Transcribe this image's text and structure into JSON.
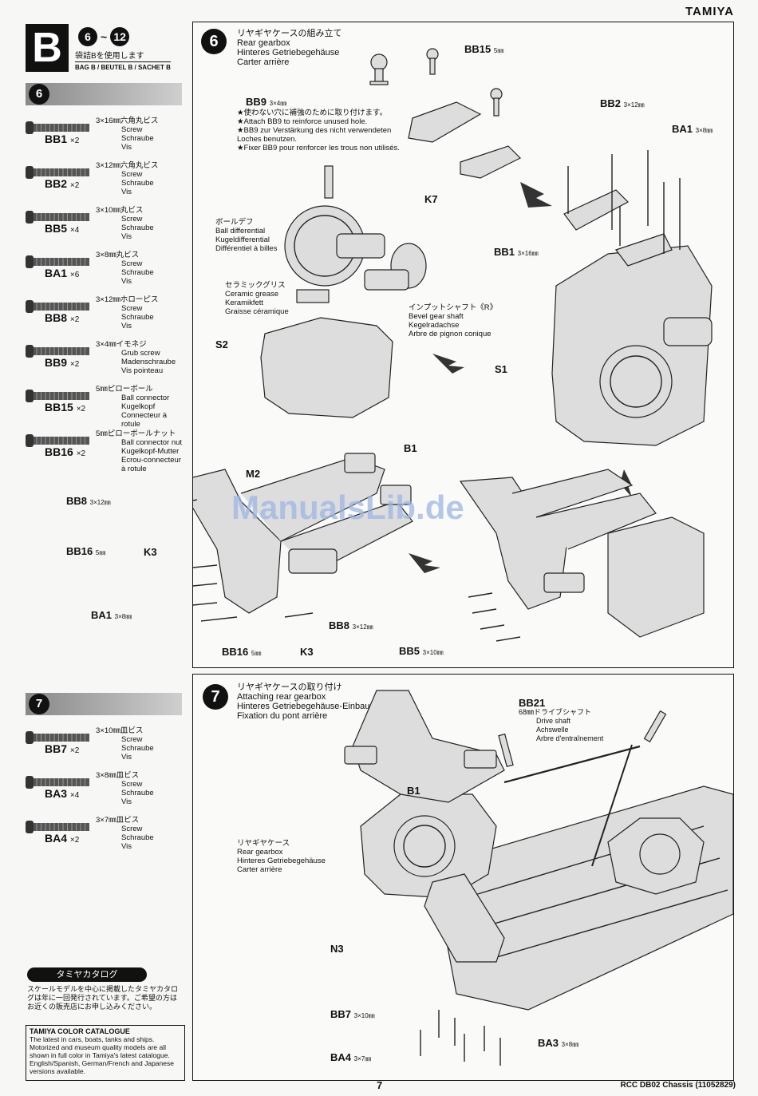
{
  "header": {
    "brand": "TAMIYA"
  },
  "bag": {
    "letter": "B",
    "step_from": "6",
    "tilde": "~",
    "step_to": "12",
    "jp": "袋詰Bを使用します",
    "langs": "BAG B / BEUTEL B / SACHET B"
  },
  "step6_parts": {
    "number": "6",
    "items": [
      {
        "code": "BB1",
        "qty": "×2",
        "jp": "3×16㎜六角丸ビス",
        "en": "Screw",
        "de": "Schraube",
        "fr": "Vis"
      },
      {
        "code": "BB2",
        "qty": "×2",
        "jp": "3×12㎜六角丸ビス",
        "en": "Screw",
        "de": "Schraube",
        "fr": "Vis"
      },
      {
        "code": "BB5",
        "qty": "×4",
        "jp": "3×10㎜丸ビス",
        "en": "Screw",
        "de": "Schraube",
        "fr": "Vis"
      },
      {
        "code": "BA1",
        "qty": "×6",
        "jp": "3×8㎜丸ビス",
        "en": "Screw",
        "de": "Schraube",
        "fr": "Vis"
      },
      {
        "code": "BB8",
        "qty": "×2",
        "jp": "3×12㎜ホローピス",
        "en": "Screw",
        "de": "Schraube",
        "fr": "Vis"
      },
      {
        "code": "BB9",
        "qty": "×2",
        "jp": "3×4㎜イモネジ",
        "en": "Grub screw",
        "de": "Madenschraube",
        "fr": "Vis pointeau"
      },
      {
        "code": "BB15",
        "qty": "×2",
        "jp": "5㎜ピローボール",
        "en": "Ball connector",
        "de": "Kugelkopf",
        "fr": "Connecteur à rotule"
      },
      {
        "code": "BB16",
        "qty": "×2",
        "jp": "5㎜ピローボールナット",
        "en": "Ball connector nut",
        "de": "Kugelkopf-Mutter",
        "fr": "Ecrou-connecteur à rotule"
      }
    ]
  },
  "step7_parts": {
    "number": "7",
    "items": [
      {
        "code": "BB7",
        "qty": "×2",
        "jp": "3×10㎜皿ビス",
        "en": "Screw",
        "de": "Schraube",
        "fr": "Vis"
      },
      {
        "code": "BA3",
        "qty": "×4",
        "jp": "3×8㎜皿ビス",
        "en": "Screw",
        "de": "Schraube",
        "fr": "Vis"
      },
      {
        "code": "BA4",
        "qty": "×2",
        "jp": "3×7㎜皿ビス",
        "en": "Screw",
        "de": "Schraube",
        "fr": "Vis"
      }
    ]
  },
  "catalog": {
    "header": "タミヤカタログ",
    "jp": "スケールモデルを中心に掲載したタミヤカタログは年に一回発行されています。ご希望の方はお近くの販売店にお申し込みください。",
    "title": "TAMIYA COLOR CATALOGUE",
    "text": "The latest in cars, boats, tanks and ships. Motorized and museum quality models are all shown in full color in Tamiya's latest catalogue. English/Spanish, German/French and Japanese versions available."
  },
  "step6": {
    "number": "6",
    "title_jp": "リヤギヤケースの組み立て",
    "title_en": "Rear gearbox",
    "title_de": "Hinteres Getriebegehäuse",
    "title_fr": "Carter arrière",
    "bb9_label": "BB9",
    "bb9_size": "3×4㎜",
    "bb9_note_jp": "★使わない穴に補強のために取り付けます。",
    "bb9_note_en": "★Attach BB9 to reinforce unused hole.",
    "bb9_note_de": "★BB9 zur Verstärkung des nicht verwendeten Loches benutzen.",
    "bb9_note_fr": "★Fixer BB9 pour renforcer les trous non utilisés.",
    "ball_diff_jp": "ボールデフ",
    "ball_diff_en": "Ball differential",
    "ball_diff_de": "Kugeldifferential",
    "ball_diff_fr": "Différentiel à billes",
    "grease_jp": "セラミックグリス",
    "grease_en": "Ceramic grease",
    "grease_de": "Keramikfett",
    "grease_fr": "Graisse céramique",
    "shaft_jp": "インプットシャフト《R》",
    "shaft_en": "Bevel gear shaft",
    "shaft_de": "Kegelradachse",
    "shaft_fr": "Arbre de pignon conique",
    "labels": {
      "bb15": "BB15",
      "bb15_size": "5㎜",
      "bb2": "BB2",
      "bb2_size": "3×12㎜",
      "ba1": "BA1",
      "ba1_size": "3×8㎜",
      "bb1": "BB1",
      "bb1_size": "3×16㎜",
      "k7": "K7",
      "s2": "S2",
      "s1": "S1",
      "b1": "B1",
      "m2": "M2",
      "bb8a": "BB8",
      "bb8a_size": "3×12㎜",
      "bb16a": "BB16",
      "bb16a_size": "5㎜",
      "k3a": "K3",
      "ba1b": "BA1",
      "ba1b_size": "3×8㎜",
      "bb8b": "BB8",
      "bb8b_size": "3×12㎜",
      "bb16b": "BB16",
      "bb16b_size": "5㎜",
      "k3b": "K3",
      "bb5": "BB5",
      "bb5_size": "3×10㎜"
    }
  },
  "step7": {
    "number": "7",
    "title_jp": "リヤギヤケースの取り付け",
    "title_en": "Attaching rear gearbox",
    "title_de": "Hinteres Getriebegehäuse-Einbau",
    "title_fr": "Fixation du pont arrière",
    "bb21": "BB21",
    "shaft_jp": "68㎜ドライブシャフト",
    "shaft_en": "Drive shaft",
    "shaft_de": "Achswelle",
    "shaft_fr": "Arbre d'entraînement",
    "gearbox_jp": "リヤギヤケース",
    "gearbox_en": "Rear gearbox",
    "gearbox_de": "Hinteres Getriebegehäuse",
    "gearbox_fr": "Carter arrière",
    "b1": "B1",
    "n3": "N3",
    "bb7": "BB7",
    "bb7_size": "3×10㎜",
    "ba3": "BA3",
    "ba3_size": "3×8㎜",
    "ba4": "BA4",
    "ba4_size": "3×7㎜"
  },
  "watermark": "ManualsLib.de",
  "footer": {
    "page": "7",
    "model": "RCC DB02 Chassis (11052829)"
  }
}
